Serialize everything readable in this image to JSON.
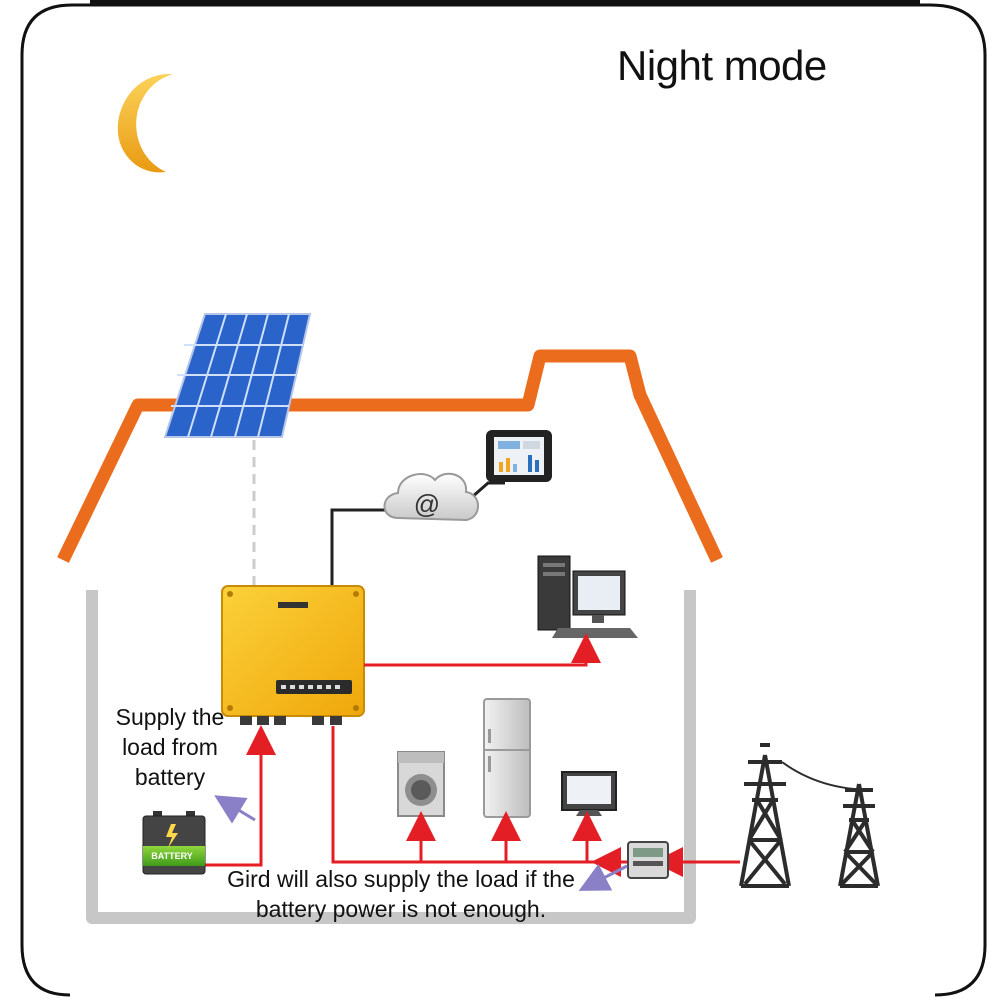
{
  "diagram": {
    "title": "Night mode",
    "notes": {
      "battery_supply": "Supply the load from battery",
      "grid_supply": "Gird will also supply the load if the battery power is not enough."
    },
    "labels": {
      "battery": "BATTERY",
      "cloud": "@"
    },
    "colors": {
      "roof": "#ec6c1e",
      "wall": "#c7c7c7",
      "power_line": "#e41e25",
      "data_line": "#222222",
      "inverter": "#f4b90e",
      "note_arrow": "#8a80c8",
      "panel": "#1f53b8"
    },
    "icons": [
      "moon-icon",
      "solar-panel-icon",
      "inverter-icon",
      "cloud-icon",
      "tablet-icon",
      "desktop-computer-icon",
      "washing-machine-icon",
      "refrigerator-icon",
      "tv-icon",
      "battery-icon",
      "meter-icon",
      "transmission-tower-icon"
    ]
  }
}
